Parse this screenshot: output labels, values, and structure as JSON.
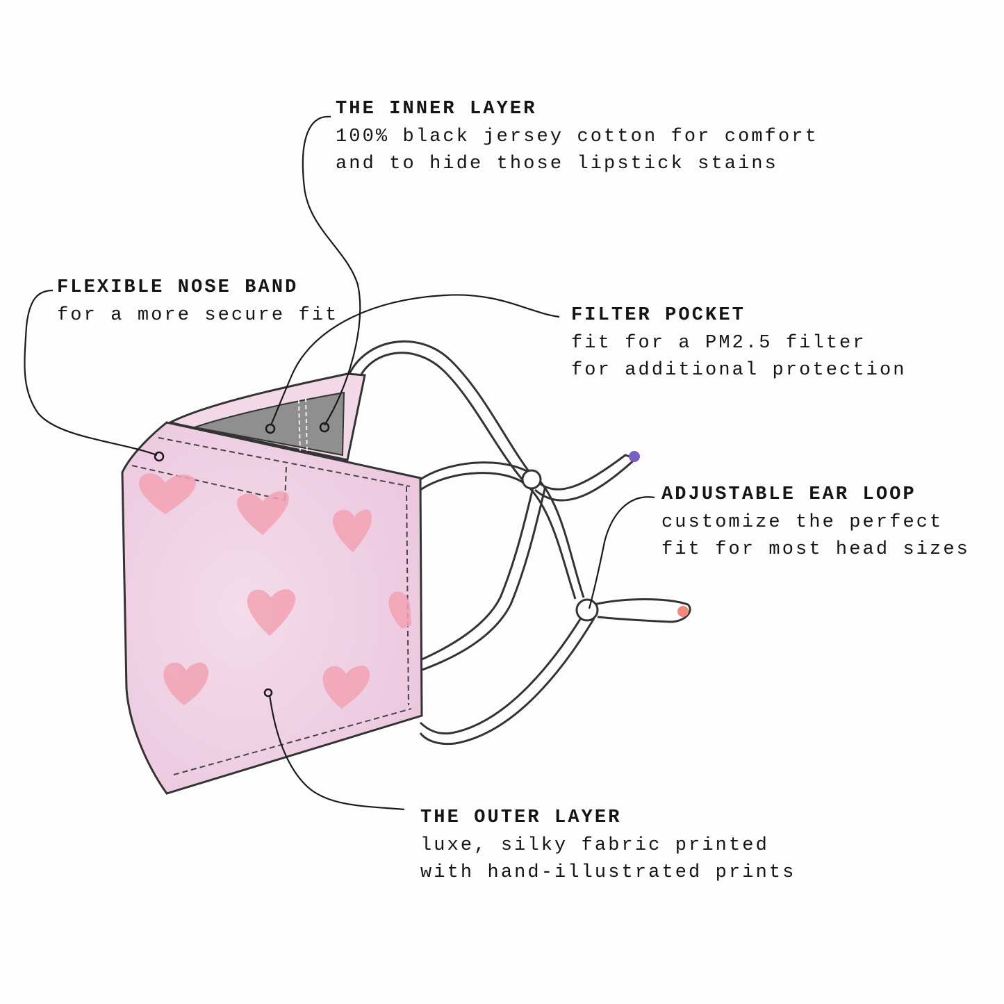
{
  "callouts": {
    "inner_layer": {
      "title": "THE INNER LAYER",
      "lines": [
        "100% black jersey cotton for comfort",
        "and to hide those lipstick stains"
      ]
    },
    "nose_band": {
      "title": "FLEXIBLE NOSE BAND",
      "lines": [
        "for a more secure fit"
      ]
    },
    "filter_pocket": {
      "title": "FILTER POCKET",
      "lines": [
        "fit for a PM2.5 filter",
        "for additional protection"
      ]
    },
    "ear_loop": {
      "title": "ADJUSTABLE EAR LOOP",
      "lines": [
        "customize the perfect",
        "fit for most head sizes"
      ]
    },
    "outer_layer": {
      "title": "THE OUTER LAYER",
      "lines": [
        "luxe, silky fabric printed",
        "with hand-illustrated prints"
      ]
    }
  },
  "colors": {
    "mask_pink": "#f1d3e6",
    "heart": "#f2a3b4",
    "inner_grey": "#9a9a9a",
    "ink": "#1a1a1a",
    "toggle_purple": "#7a5fc0",
    "toggle_coral": "#f08a80"
  }
}
